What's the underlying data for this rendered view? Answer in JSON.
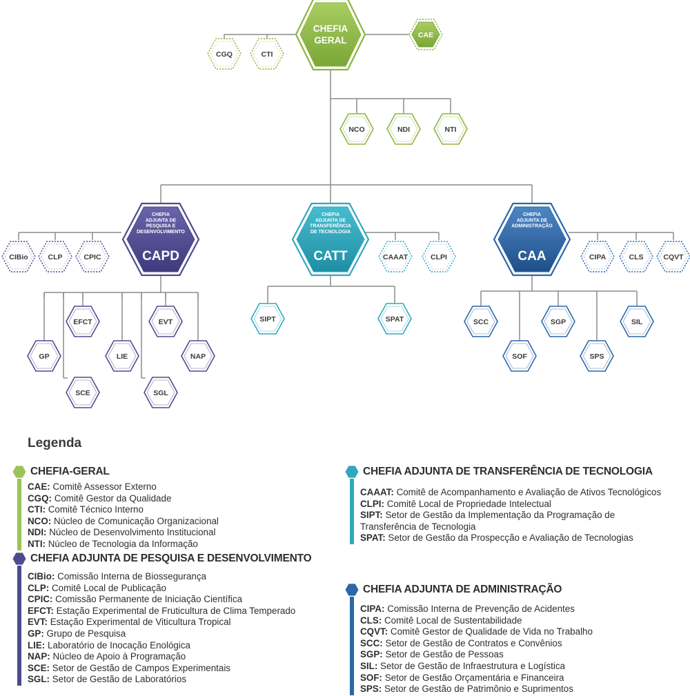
{
  "colors": {
    "green": "#8db43c",
    "green_dark": "#6a9a2c",
    "green_light": "#9bc458",
    "purple": "#4e4a8c",
    "purple_dark": "#3c377a",
    "teal": "#2fa8bf",
    "teal_dark": "#1f8fa6",
    "blue": "#2c67a6",
    "blue_dark": "#1e4f8a",
    "line": "#8a8a8a"
  },
  "chart": {
    "main": {
      "chefia_geral": {
        "label": "CHEFIA\nGERAL"
      },
      "capd": {
        "abbr": "CAPD",
        "small": "CHEFIA\nADJUNTA DE\nPESQUISA E\nDESENVOLVIMENTO"
      },
      "catt": {
        "abbr": "CATT",
        "small": "CHEFIA\nADJUNTA DE\nTRANSFERÊNCIA\nDE TECNOLOGIA"
      },
      "caa": {
        "abbr": "CAA",
        "small": "CHEFIA\nADJUNTA DE\nADMINISTRAÇÃO"
      }
    },
    "nodes": {
      "cae": "CAE",
      "cgq": "CGQ",
      "cti": "CTI",
      "nco": "NCO",
      "ndi": "NDI",
      "nti": "NTI",
      "cibio": "CIBio",
      "clp": "CLP",
      "cpic": "CPIC",
      "efct": "EFCT",
      "evt": "EVT",
      "gp": "GP",
      "lie": "LIE",
      "nap": "NAP",
      "sce": "SCE",
      "sgl": "SGL",
      "caaat": "CAAAT",
      "clpi": "CLPI",
      "sipt": "SIPT",
      "spat": "SPAT",
      "cipa": "CIPA",
      "cls": "CLS",
      "cqvt": "CQVT",
      "scc": "SCC",
      "sgp": "SGP",
      "sil": "SIL",
      "sof": "SOF",
      "sps": "SPS"
    }
  },
  "legend": {
    "title": "Legenda",
    "groups": [
      {
        "key": "cg",
        "title": "CHEFIA-GERAL",
        "items": [
          {
            "abbr": "CAE:",
            "text": " Comitê Assessor Externo"
          },
          {
            "abbr": "CGQ:",
            "text": " Comitê Gestor da Qualidade"
          },
          {
            "abbr": "CTI:",
            "text": " Comitê Técnico Interno"
          },
          {
            "abbr": "NCO:",
            "text": " Núcleo de Comunicação Organizacional"
          },
          {
            "abbr": "NDI:",
            "text": " Núcleo de Desenvolvimento Institucional"
          },
          {
            "abbr": "NTI:",
            "text": " Núcleo de Tecnologia da Informação"
          }
        ]
      },
      {
        "key": "capd",
        "title": "CHEFIA ADJUNTA DE PESQUISA E DESENVOLVIMENTO",
        "items": [
          {
            "abbr": "CIBio:",
            "text": " Comissão Interna de Biossegurança"
          },
          {
            "abbr": "CLP:",
            "text": " Comitê Local de Publicação"
          },
          {
            "abbr": "CPIC:",
            "text": " Comissão Permanente de Iniciação Científica"
          },
          {
            "abbr": "EFCT:",
            "text": " Estação Experimental de Fruticultura de Clima Temperado"
          },
          {
            "abbr": "EVT:",
            "text": " Estação Experimental de Viticultura Tropical"
          },
          {
            "abbr": "GP:",
            "text": " Grupo de Pesquisa"
          },
          {
            "abbr": "LIE:",
            "text": " Laboratório de Inocação Enológica"
          },
          {
            "abbr": "NAP:",
            "text": " Núcleo de Apoio à Programação"
          },
          {
            "abbr": "SCE:",
            "text": " Setor de Gestão de Campos Experimentais"
          },
          {
            "abbr": "SGL:",
            "text": " Setor de Gestão de Laboratórios"
          }
        ]
      },
      {
        "key": "catt",
        "title": "CHEFIA ADJUNTA DE TRANSFERÊNCIA DE TECNOLOGIA",
        "items": [
          {
            "abbr": "CAAAT:",
            "text": " Comitê de Acompanhamento e Avaliação de Ativos Tecnológicos"
          },
          {
            "abbr": "CLPI:",
            "text": " Comitê Local de Propriedade Intelectual"
          },
          {
            "abbr": "SIPT:",
            "text": " Setor de Gestão da Implementação da Programação de Transferência de Tecnologia"
          },
          {
            "abbr": "SPAT:",
            "text": " Setor de Gestão da Prospecção e Avaliação de Tecnologias"
          }
        ]
      },
      {
        "key": "caa",
        "title": "CHEFIA ADJUNTA DE ADMINISTRAÇÃO",
        "items": [
          {
            "abbr": "CIPA:",
            "text": " Comissão Interna de Prevenção de Acidentes"
          },
          {
            "abbr": "CLS:",
            "text": " Comitê Local de Sustentabilidade"
          },
          {
            "abbr": "CQVT:",
            "text": " Comitê Gestor de Qualidade de Vida no Trabalho"
          },
          {
            "abbr": "SCC:",
            "text": " Setor de Gestão de Contratos e Convênios"
          },
          {
            "abbr": "SGP:",
            "text": " Setor de Gestão de Pessoas"
          },
          {
            "abbr": "SIL:",
            "text": " Setor de Gestão de Infraestrutura e Logística"
          },
          {
            "abbr": "SOF:",
            "text": " Setor de Gestão Orçamentária e Financeira"
          },
          {
            "abbr": "SPS:",
            "text": " Setor de Gestão de Patrimônio e Suprimentos"
          }
        ]
      }
    ]
  }
}
